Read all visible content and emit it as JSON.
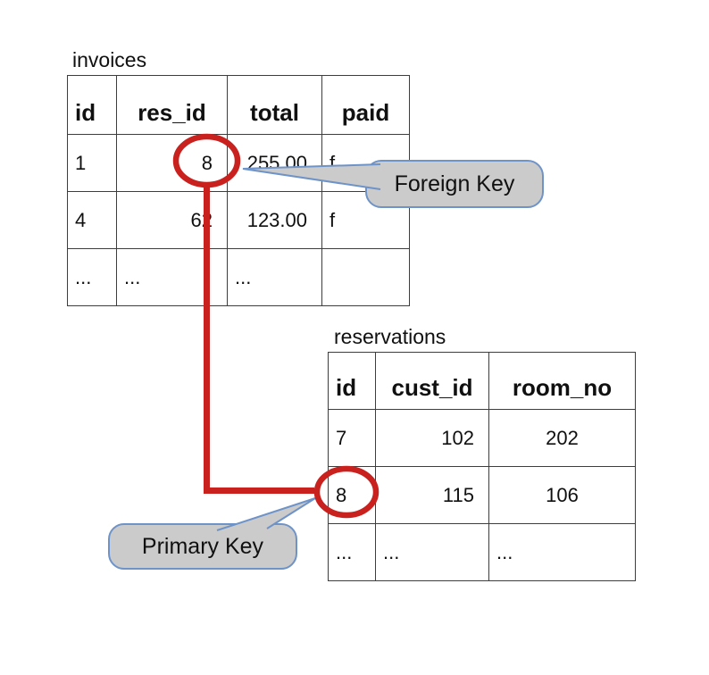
{
  "colors": {
    "highlight_red": "#c9211e",
    "callout_fill": "#cbcbcb",
    "callout_border": "#6e93c8",
    "table_border": "#3d3d3d",
    "text_color": "#101010",
    "background": "#ffffff"
  },
  "tables": [
    {
      "name": "invoices",
      "columns": [
        "id",
        "res_id",
        "total",
        "paid"
      ],
      "rows": [
        [
          "1",
          "8",
          "255.00",
          "f"
        ],
        [
          "4",
          "62",
          "123.00",
          "f"
        ],
        [
          "...",
          "...",
          "...",
          ""
        ]
      ]
    },
    {
      "name": "reservations",
      "columns": [
        "id",
        "cust_id",
        "room_no"
      ],
      "rows": [
        [
          "7",
          "102",
          "202"
        ],
        [
          "8",
          "115",
          "106"
        ],
        [
          "...",
          "...",
          "..."
        ]
      ]
    }
  ],
  "callouts": [
    {
      "label": "Foreign Key"
    },
    {
      "label": "Primary Key"
    }
  ]
}
